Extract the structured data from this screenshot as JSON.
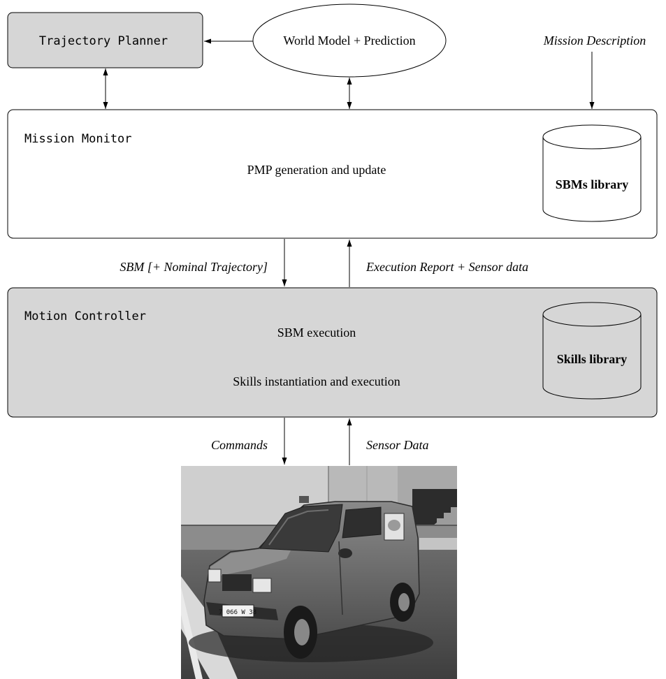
{
  "trajectory_planner": {
    "label": "Trajectory Planner"
  },
  "world_model": {
    "label": "World Model + Prediction"
  },
  "mission_description": {
    "label": "Mission Description"
  },
  "mission_monitor": {
    "label": "Mission Monitor",
    "body": "PMP generation and update",
    "library": "SBMs library"
  },
  "links_mm_mc": {
    "down": "SBM [+ Nominal Trajectory]",
    "up": "Execution Report + Sensor data"
  },
  "motion_controller": {
    "label": "Motion Controller",
    "body_top": "SBM execution",
    "body_bottom": "Skills instantiation and execution",
    "library": "Skills library"
  },
  "links_mc_vehicle": {
    "down": "Commands",
    "up": "Sensor Data"
  },
  "vehicle_photo": {
    "plate": "7 066 W 38"
  },
  "colors": {
    "gray_box": "#d6d6d6",
    "line": "#000000"
  }
}
